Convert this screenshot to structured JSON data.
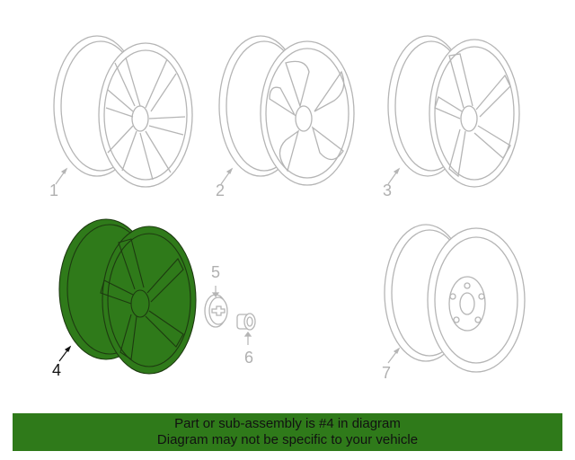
{
  "callouts": {
    "c1": "1",
    "c2": "2",
    "c3": "3",
    "c4": "4",
    "c5": "5",
    "c6": "6",
    "c7": "7"
  },
  "highlight": {
    "part": "4",
    "fill_color": "#2f7a1a",
    "line_color": "#b5b5b5"
  },
  "banner": {
    "line1": "Part or sub-assembly is #4 in diagram",
    "line2": "Diagram may not be specific to your vehicle",
    "background": "#2f7a1a"
  }
}
